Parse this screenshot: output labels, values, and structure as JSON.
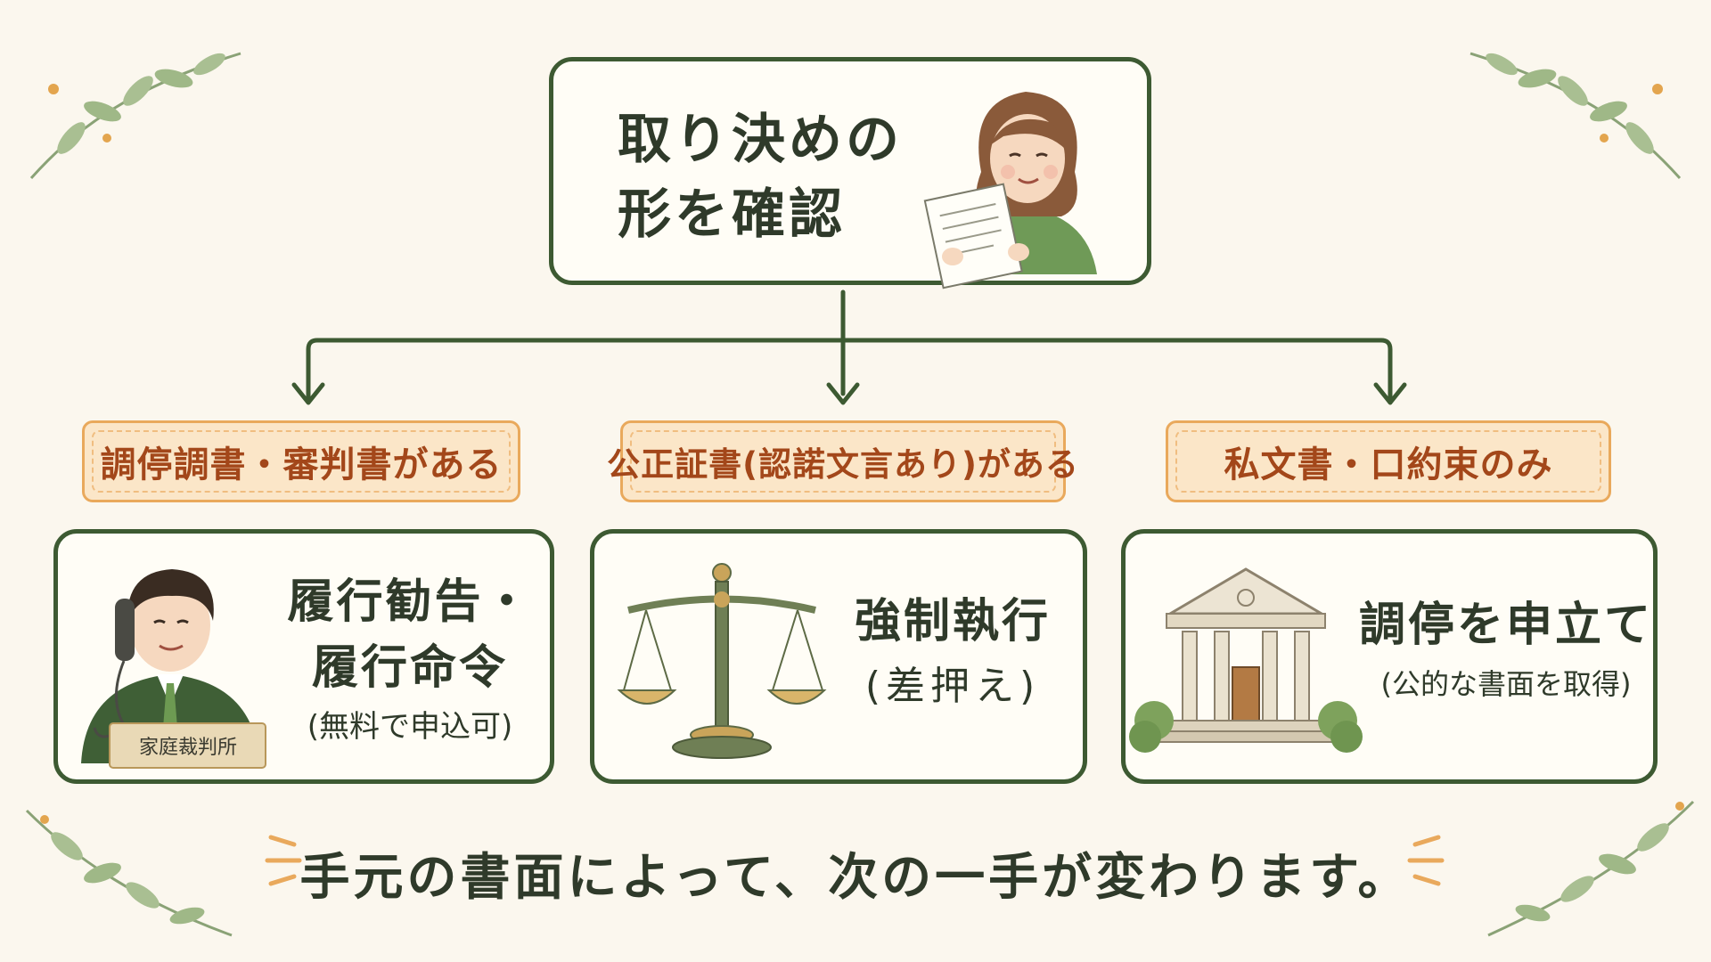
{
  "root": {
    "title": "取り決めの形を確認"
  },
  "branches": [
    {
      "label": "調停調書・審判書がある",
      "title_line1": "履行勧告・",
      "title_line2": "履行命令",
      "note": "(無料で申込可)",
      "sign": "家庭裁判所"
    },
    {
      "label": "公正証書(認諾文言あり)がある",
      "title_line1": "強制執行",
      "title_line2": "",
      "note": "(差押え)"
    },
    {
      "label": "私文書・口約束のみ",
      "title_line1": "調停を申立て",
      "title_line2": "",
      "note": "(公的な書面を取得)"
    }
  ],
  "footer": "手元の書面によって、次の一手が変わります。",
  "icons": [
    "woman-reading-icon",
    "phone-clerk-icon",
    "scales-icon",
    "courthouse-icon",
    "leaf-branch-icon"
  ],
  "colors": {
    "line": "#3d5a32",
    "label_fill": "#fbe6c8",
    "label_text": "#a3471a",
    "accent": "#e9a95c",
    "background": "#fbf7ee"
  }
}
